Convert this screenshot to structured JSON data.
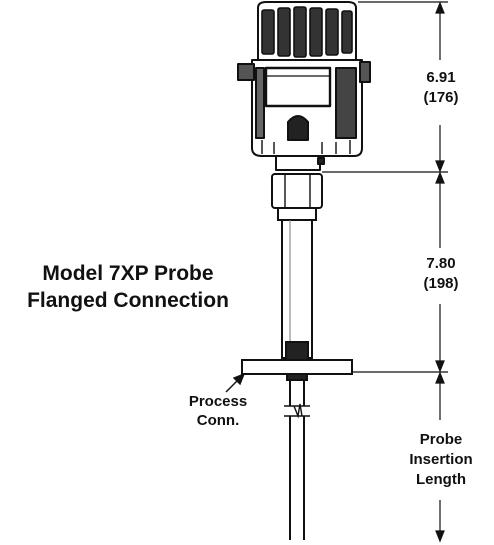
{
  "title": {
    "line1": "Model 7XP Probe",
    "line2": "Flanged Connection"
  },
  "dimensions": {
    "housing": {
      "inches": "6.91",
      "mm": "(176)"
    },
    "probe_rod": {
      "inches": "7.80",
      "mm": "(198)"
    },
    "insertion": {
      "line1": "Probe",
      "line2": "Insertion",
      "line3": "Length"
    }
  },
  "callouts": {
    "process_connection": {
      "line1": "Process",
      "line2": "Conn."
    }
  }
}
